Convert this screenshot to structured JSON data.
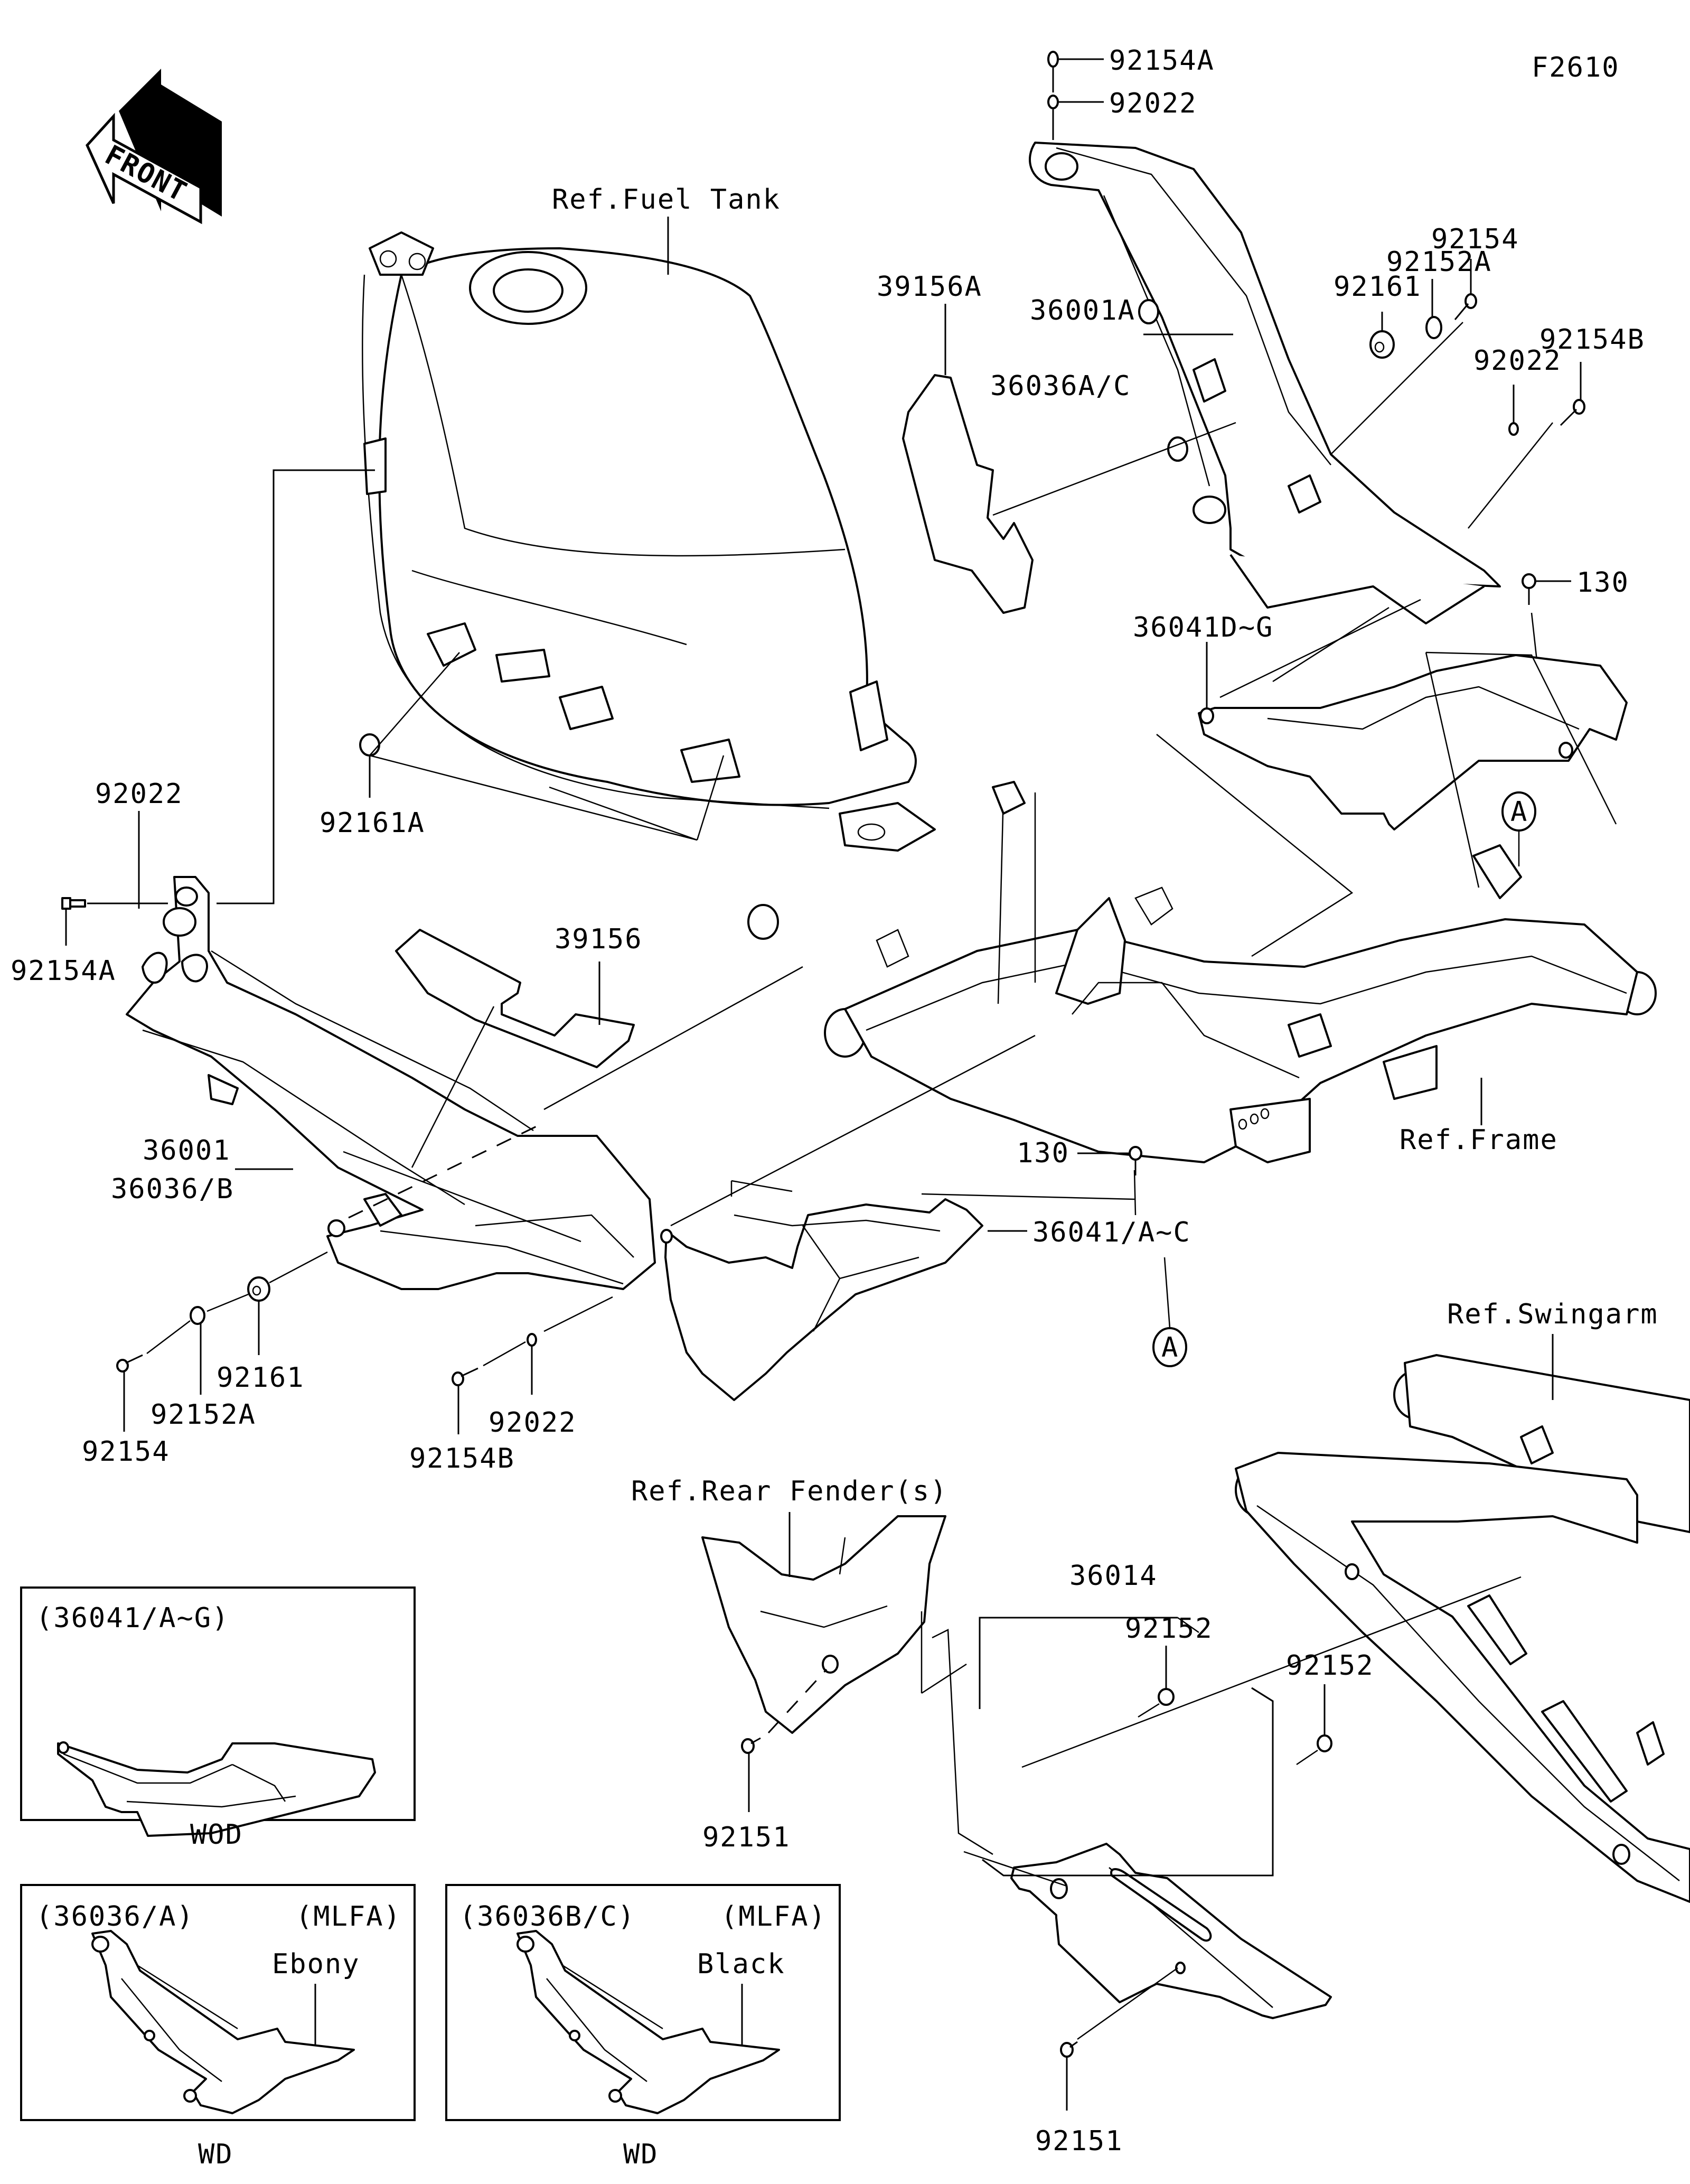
{
  "figure_id": "F2610",
  "front_arrow": {
    "label": "FRONT",
    "icon": "front-direction-arrow-icon"
  },
  "references": {
    "fuel_tank": "Ref.Fuel Tank",
    "frame": "Ref.Frame",
    "swingarm": "Ref.Swingarm",
    "rear_fender": "Ref.Rear Fender(s)"
  },
  "callouts": {
    "top_92154A": "92154A",
    "top_92022": "92022",
    "p39156A": "39156A",
    "p36001A": "36001A",
    "p36036AC": "36036A/C",
    "right_92161": "92161",
    "right_92152A": "92152A",
    "right_92154": "92154",
    "right_92154B": "92154B",
    "right_92022": "92022",
    "right_130": "130",
    "p36041DG": "36041D~G",
    "ref_A_top": "A",
    "left_92022": "92022",
    "left_92154A": "92154A",
    "p92161A": "92161A",
    "p39156": "39156",
    "p36001": "36001",
    "p36036B": "36036/B",
    "mid_130": "130",
    "p36041AC": "36041/A~C",
    "ref_A_bottom": "A",
    "left_92161": "92161",
    "left_92152A": "92152A",
    "left_92154": "92154",
    "left_92022_low": "92022",
    "left_92154B": "92154B",
    "fender_92151": "92151",
    "p36014": "36014",
    "guard_92152_a": "92152",
    "guard_92152_b": "92152",
    "guard_92151": "92151"
  },
  "inset_boxes": [
    {
      "title": "(36041/A~G)",
      "tag": "",
      "color_label": "",
      "caption": "WOD"
    },
    {
      "title": "(36036/A)",
      "tag": "(MLFA)",
      "color_label": "Ebony",
      "caption": "WD"
    },
    {
      "title": "(36036B/C)",
      "tag": "(MLFA)",
      "color_label": "Black",
      "caption": "WD"
    }
  ]
}
